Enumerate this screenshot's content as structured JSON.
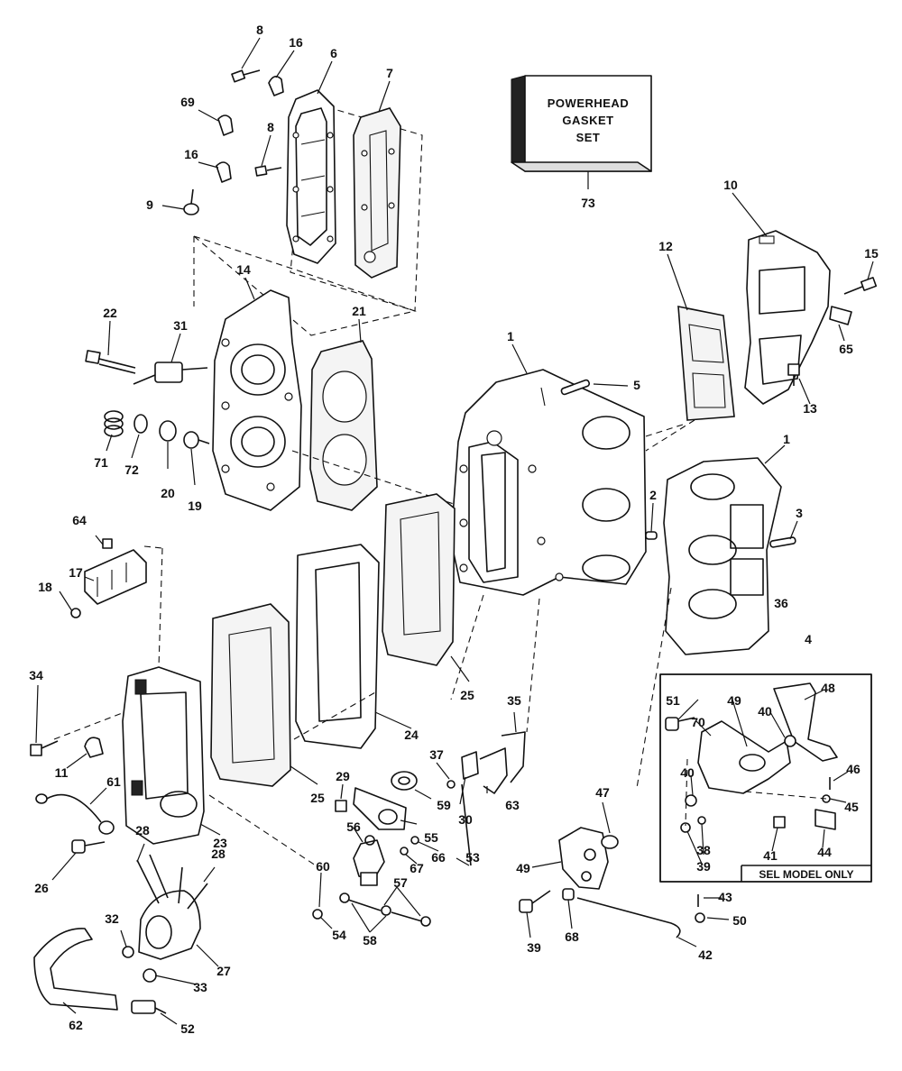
{
  "box": {
    "line1": "POWERHEAD",
    "line2": "GASKET",
    "line3": "SET"
  },
  "sel_model_label": "SEL MODEL ONLY",
  "callouts": {
    "c1": "1",
    "c1b": "1",
    "c2": "2",
    "c3": "3",
    "c4": "4",
    "c5": "5",
    "c6": "6",
    "c7": "7",
    "c8a": "8",
    "c8b": "8",
    "c9": "9",
    "c10": "10",
    "c11": "11",
    "c12": "12",
    "c13": "13",
    "c14": "14",
    "c15": "15",
    "c16a": "16",
    "c16b": "16",
    "c17": "17",
    "c18": "18",
    "c19": "19",
    "c20": "20",
    "c21": "21",
    "c22": "22",
    "c23": "23",
    "c24": "24",
    "c25a": "25",
    "c25b": "25",
    "c26": "26",
    "c27": "27",
    "c28a": "28",
    "c28b": "28",
    "c29": "29",
    "c30": "30",
    "c31": "31",
    "c32": "32",
    "c33": "33",
    "c34": "34",
    "c35": "35",
    "c36": "36",
    "c37": "37",
    "c38": "38",
    "c39a": "39",
    "c39b": "39",
    "c40a": "40",
    "c40b": "40",
    "c41": "41",
    "c42": "42",
    "c43": "43",
    "c44": "44",
    "c45": "45",
    "c46": "46",
    "c47": "47",
    "c48": "48",
    "c49a": "49",
    "c49b": "49",
    "c50": "50",
    "c51": "51",
    "c52": "52",
    "c53": "53",
    "c54": "54",
    "c55": "55",
    "c56": "56",
    "c57": "57",
    "c58": "58",
    "c59": "59",
    "c60": "60",
    "c61": "61",
    "c62": "62",
    "c63": "63",
    "c64": "64",
    "c65": "65",
    "c66": "66",
    "c67": "67",
    "c68": "68",
    "c69": "69",
    "c70": "70",
    "c71": "71",
    "c72": "72",
    "c73": "73"
  }
}
